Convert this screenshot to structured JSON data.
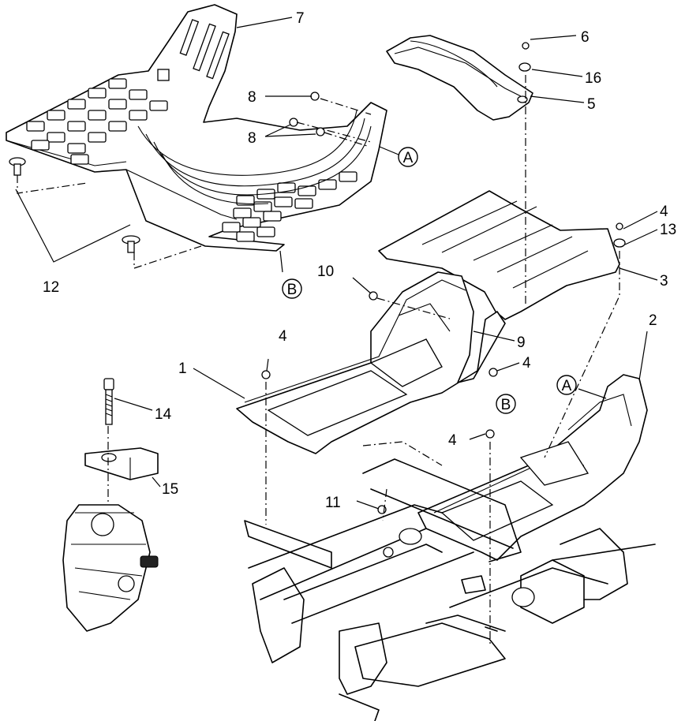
{
  "callouts": {
    "c1": "1",
    "c2": "2",
    "c3": "3",
    "c4a": "4",
    "c4b": "4",
    "c4c": "4",
    "c4d": "4",
    "c5": "5",
    "c6": "6",
    "c7": "7",
    "c8a": "8",
    "c8b": "8",
    "c9": "9",
    "c10": "10",
    "c11": "11",
    "c12": "12",
    "c13": "13",
    "c14": "14",
    "c15": "15",
    "c16": "16"
  },
  "refs": {
    "a1": "A",
    "a2": "A",
    "b1": "B",
    "b2": "B"
  }
}
